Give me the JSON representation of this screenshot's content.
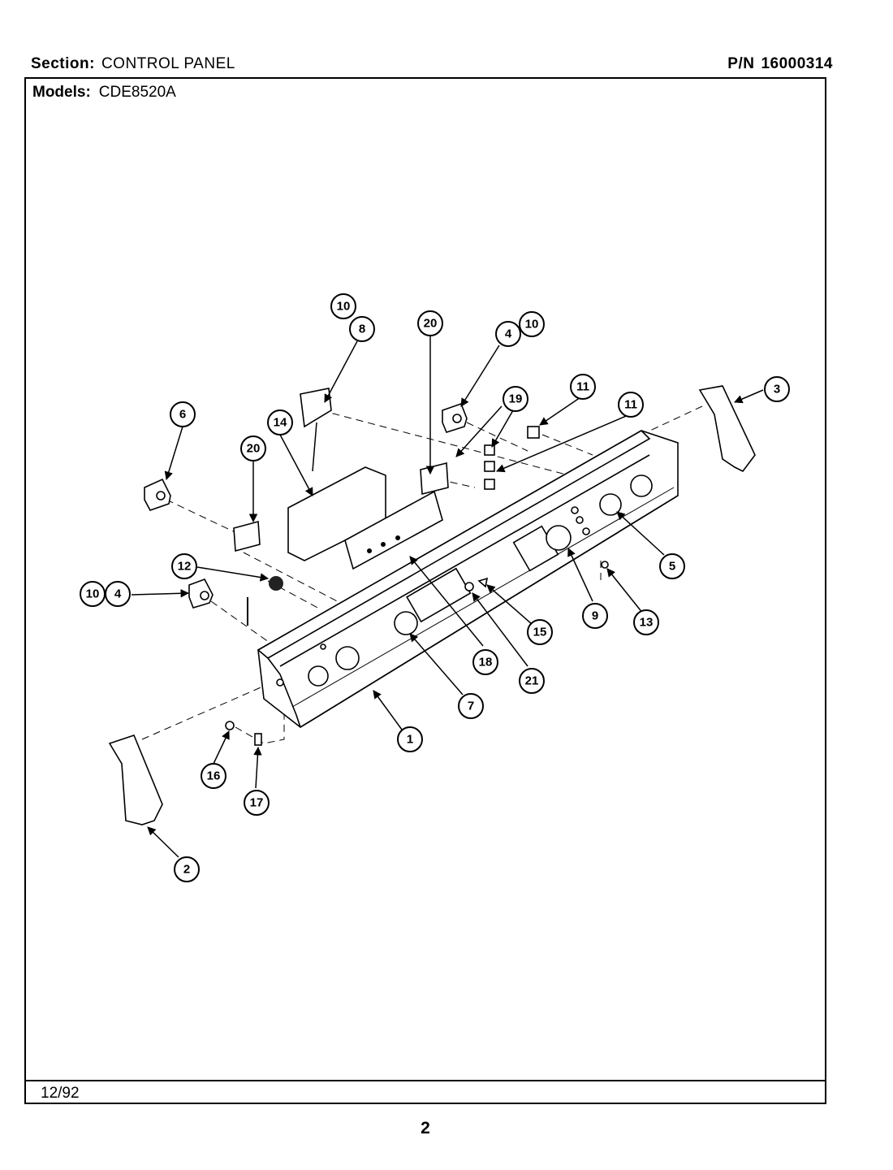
{
  "header": {
    "section_label": "Section:",
    "section_value": "CONTROL PANEL",
    "pn_label": "P/N",
    "pn_value": "16000314"
  },
  "models": {
    "label": "Models:",
    "value": "CDE8520A"
  },
  "footer": {
    "date_code": "12/92",
    "page_number": "2"
  },
  "diagram": {
    "callouts": [
      "10",
      "8",
      "20",
      "4",
      "10",
      "6",
      "20",
      "14",
      "19",
      "11",
      "11",
      "3",
      "12",
      "10",
      "4",
      "5",
      "9",
      "13",
      "15",
      "21",
      "18",
      "7",
      "1",
      "16",
      "17",
      "2"
    ]
  }
}
